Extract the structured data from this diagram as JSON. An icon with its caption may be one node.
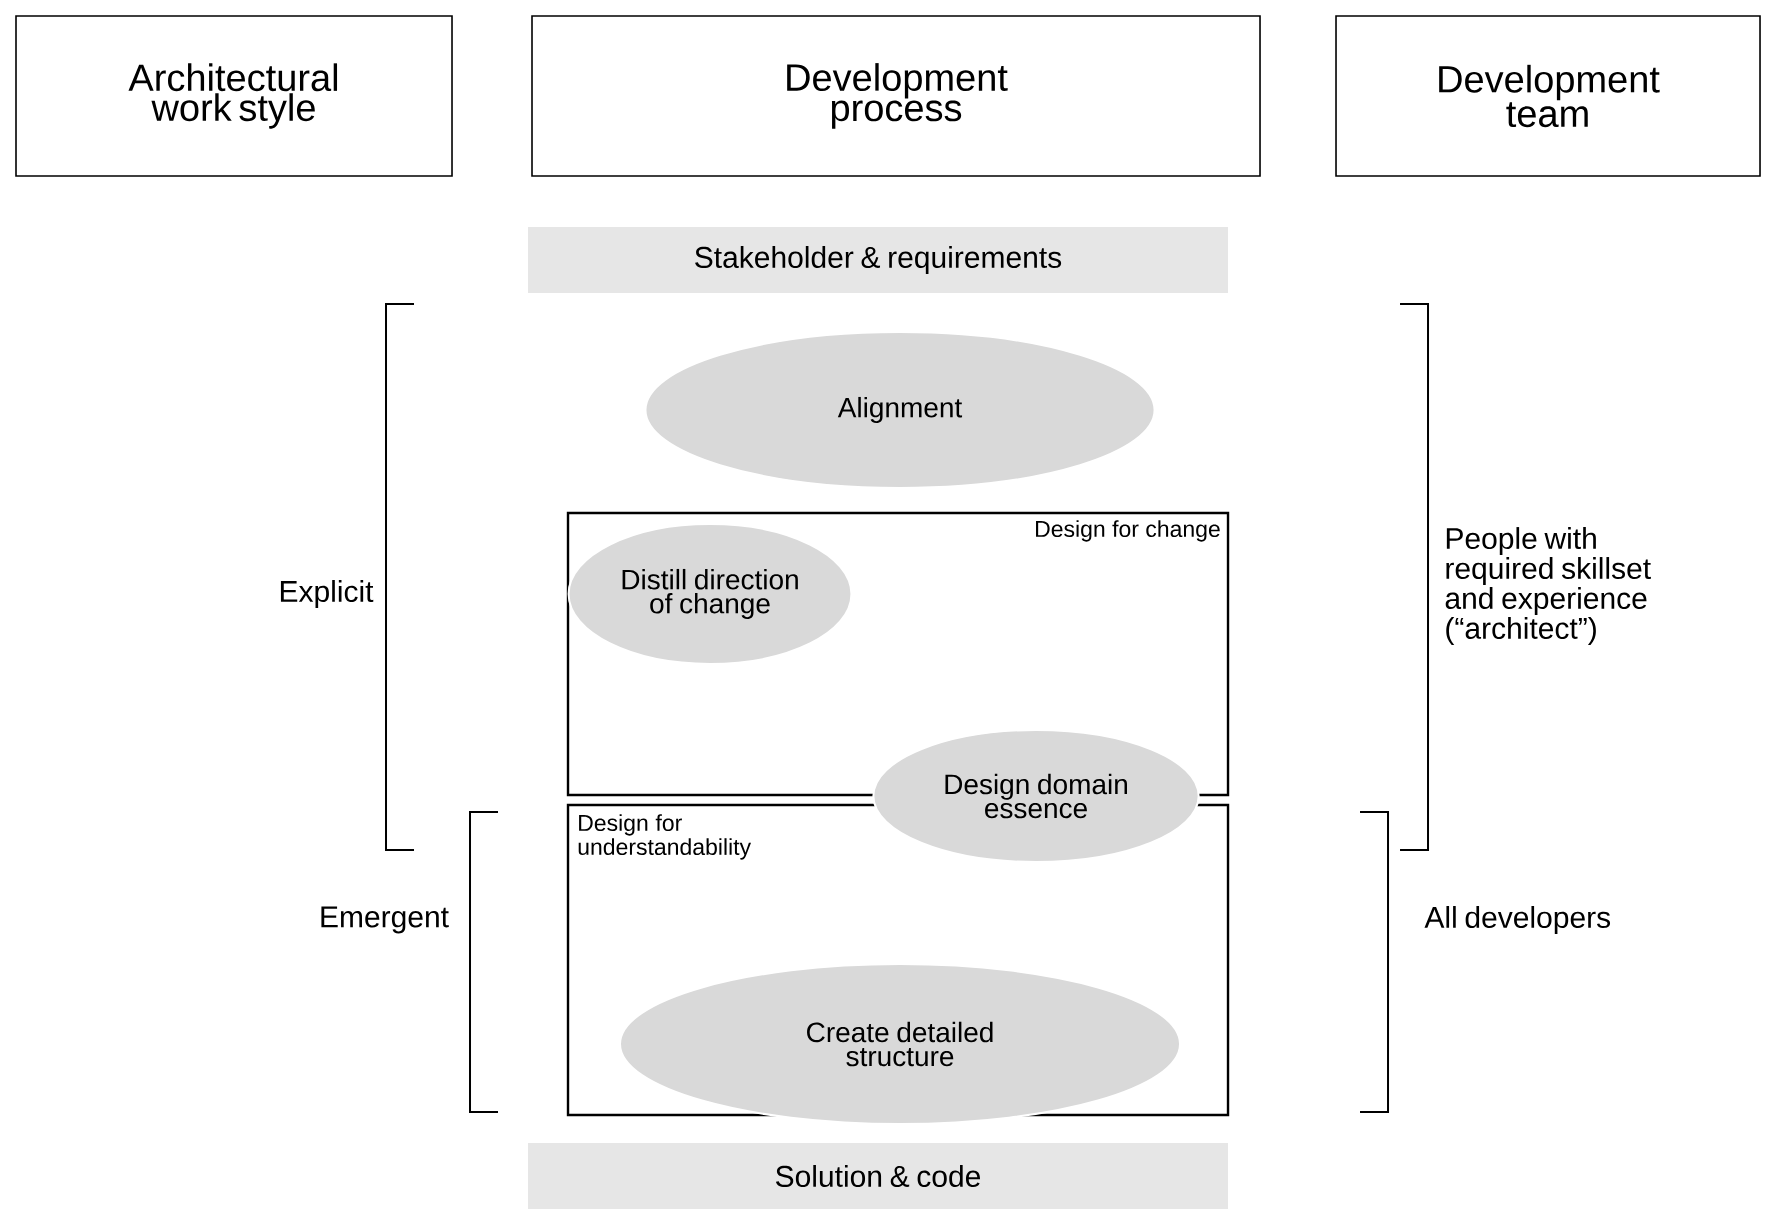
{
  "diagram": {
    "nodes": [
      {
        "text": [
          "Architectural work style"
        ]
      },
      {
        "text": [
          "Development process"
        ]
      },
      {
        "text": [
          "Development team"
        ]
      },
      {
        "text": [
          "Stakeholder & requirements"
        ]
      },
      {
        "text": [
          "Alignment"
        ]
      },
      {
        "text": [
          "Design for change"
        ]
      },
      {
        "text": [
          "Distill direction of change"
        ],
        "in": 5
      },
      {
        "text": [
          "Design domain essence"
        ]
      },
      {
        "text": [
          "Design for understandability"
        ]
      },
      {
        "text": [
          "Create detailed structure"
        ],
        "in": 8
      },
      {
        "text": [
          "Solution & code"
        ]
      }
    ],
    "labels": [
      "Explicit",
      "People with required skillset and experience (“architect”)",
      "Emergent",
      "All developers"
    ]
  }
}
